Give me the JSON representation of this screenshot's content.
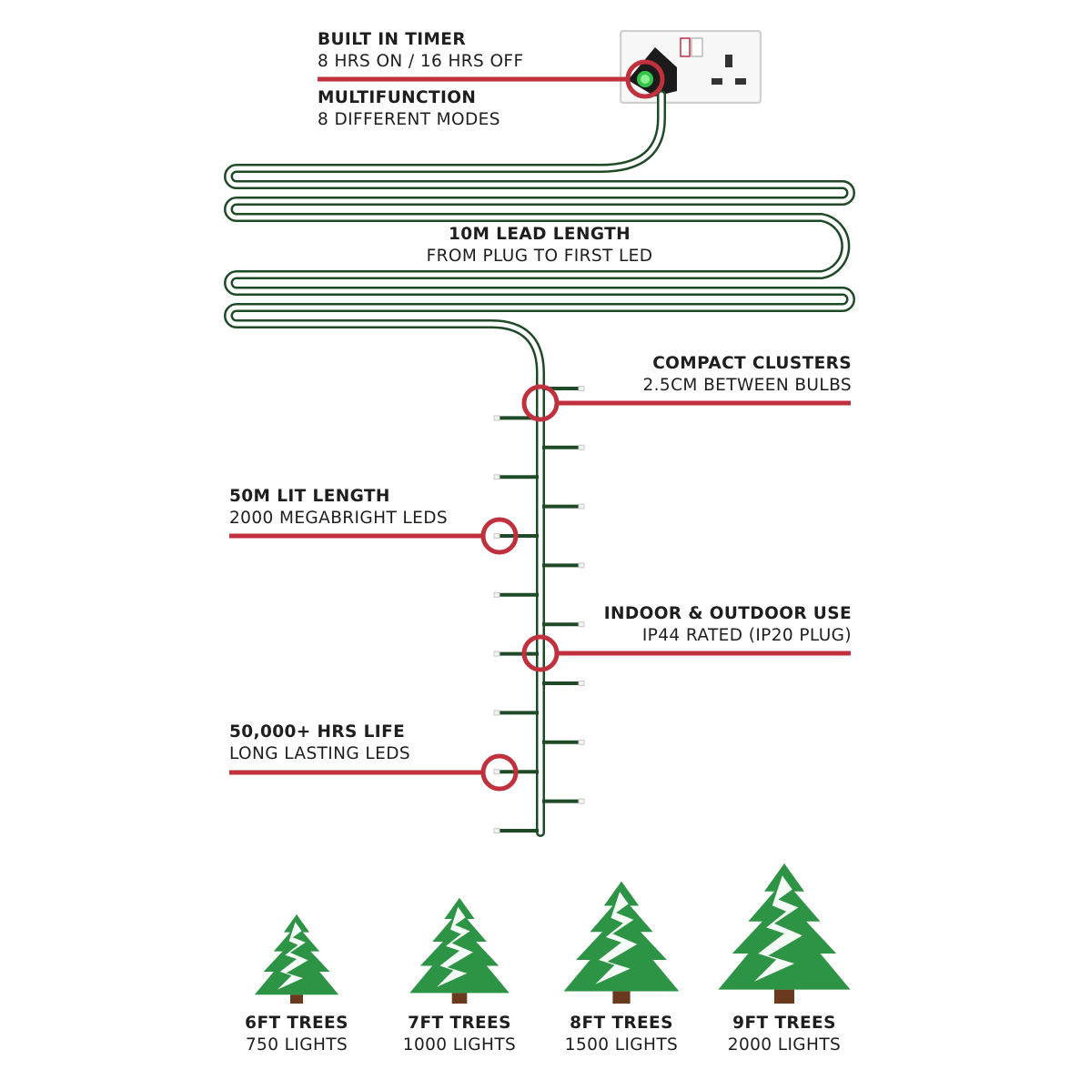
{
  "colors": {
    "cable": "#1f4a27",
    "accent": "#c0303d",
    "tree": "#2e9445",
    "trunk": "#6b3a1e",
    "socket": "#e6e6e6"
  },
  "features": {
    "timer": {
      "title": "BUILT IN TIMER",
      "detail": "8 HRS ON / 16 HRS OFF"
    },
    "multifunction": {
      "title": "MULTIFUNCTION",
      "detail": "8 DIFFERENT MODES"
    },
    "lead": {
      "title": "10M LEAD LENGTH",
      "detail": "FROM PLUG TO FIRST LED"
    },
    "clusters": {
      "title": "COMPACT CLUSTERS",
      "detail": "2.5CM BETWEEN BULBS"
    },
    "lit_length": {
      "title": "50M LIT LENGTH",
      "detail": "2000 MEGABRIGHT LEDS"
    },
    "indoor": {
      "title": "INDOOR & OUTDOOR USE",
      "detail": "IP44 RATED (IP20 PLUG)"
    },
    "life": {
      "title": "50,000+ HRS LIFE",
      "detail": "LONG LASTING LEDS"
    }
  },
  "trees": [
    {
      "title": "6FT TREES",
      "lights": "750 LIGHTS"
    },
    {
      "title": "7FT TREES",
      "lights": "1000 LIGHTS"
    },
    {
      "title": "8FT TREES",
      "lights": "1500 LIGHTS"
    },
    {
      "title": "9FT TREES",
      "lights": "2000 LIGHTS"
    }
  ]
}
